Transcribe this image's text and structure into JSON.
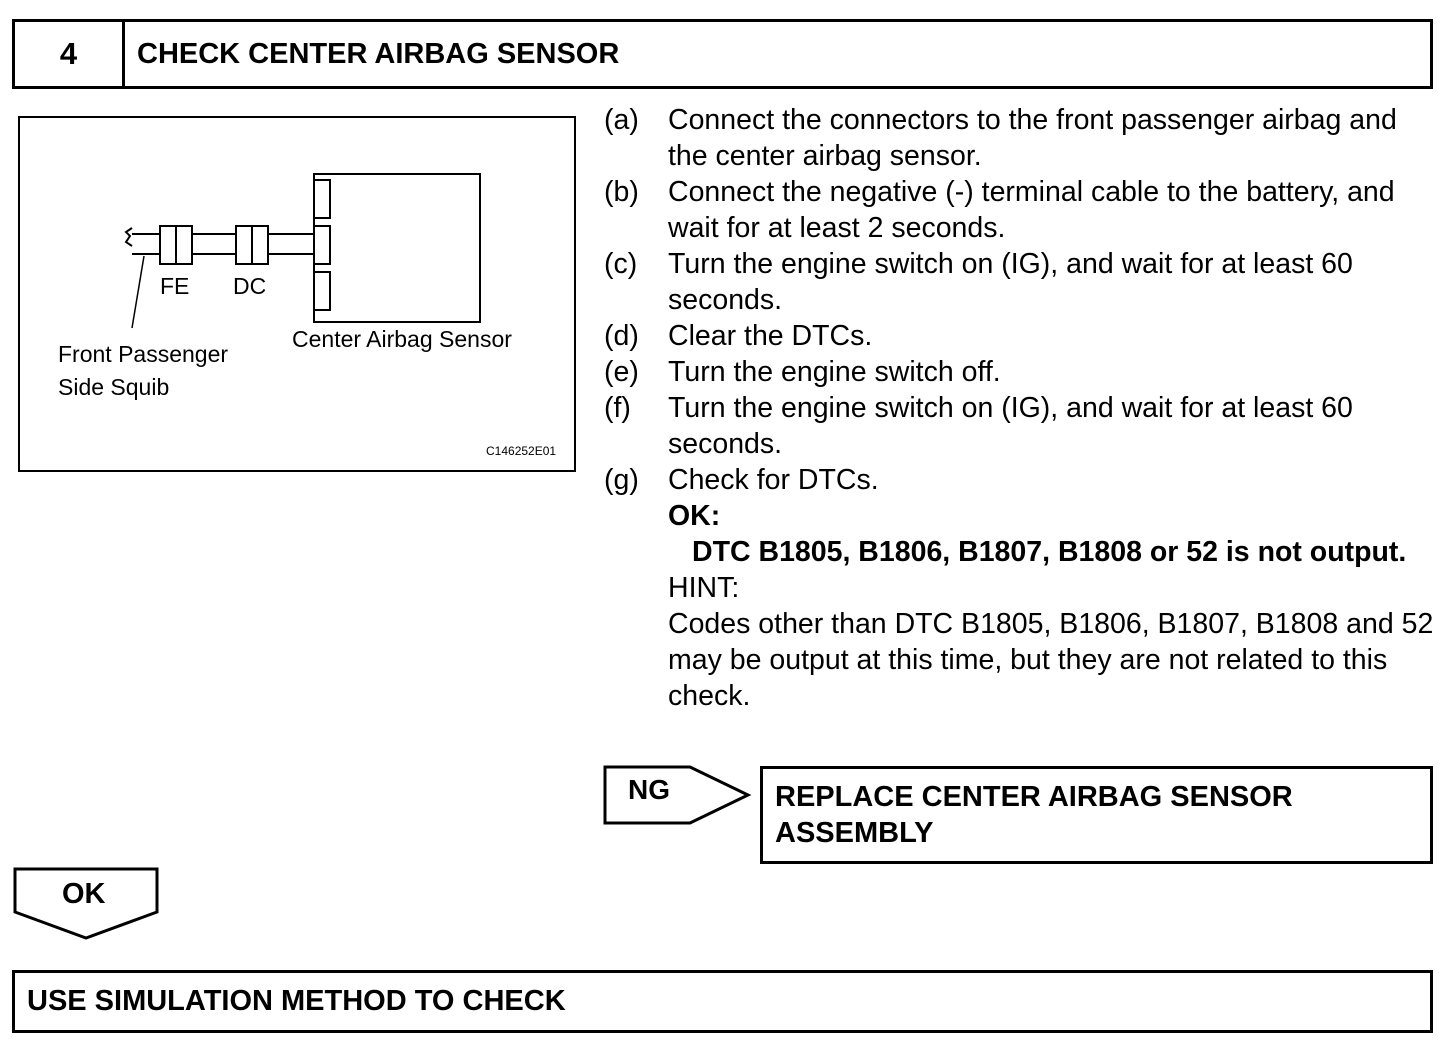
{
  "header": {
    "step_number": "4",
    "title": "CHECK CENTER AIRBAG SENSOR"
  },
  "diagram": {
    "connector_1": "FE",
    "connector_2": "DC",
    "sensor_label": "Center Airbag Sensor",
    "squib_label_line1": "Front Passenger",
    "squib_label_line2": "Side Squib",
    "figure_code": "C146252E01"
  },
  "steps": [
    {
      "marker": "(a)",
      "text": "Connect the connectors to the front passenger airbag and the center airbag sensor."
    },
    {
      "marker": "(b)",
      "text": "Connect the negative (-) terminal cable to the battery, and wait for at least 2 seconds."
    },
    {
      "marker": "(c)",
      "text": "Turn the engine switch on (IG), and wait for at least 60 seconds."
    },
    {
      "marker": "(d)",
      "text": "Clear the DTCs."
    },
    {
      "marker": "(e)",
      "text": "Turn the engine switch off."
    },
    {
      "marker": "(f)",
      "text": "Turn the engine switch on (IG), and wait for at least 60 seconds."
    },
    {
      "marker": "(g)",
      "text": "Check for DTCs."
    }
  ],
  "result": {
    "ok_label": "OK:",
    "ok_text": "DTC B1805, B1806, B1807, B1808 or 52 is not output.",
    "hint_label": "HINT:",
    "hint_text": "Codes other than DTC B1805, B1806, B1807, B1808 and 52 may be output at this time, but they are not related to this check."
  },
  "ng_branch": {
    "label": "NG",
    "action": "REPLACE CENTER AIRBAG SENSOR ASSEMBLY"
  },
  "ok_branch": {
    "label": "OK"
  },
  "next_step": "USE SIMULATION METHOD TO CHECK"
}
